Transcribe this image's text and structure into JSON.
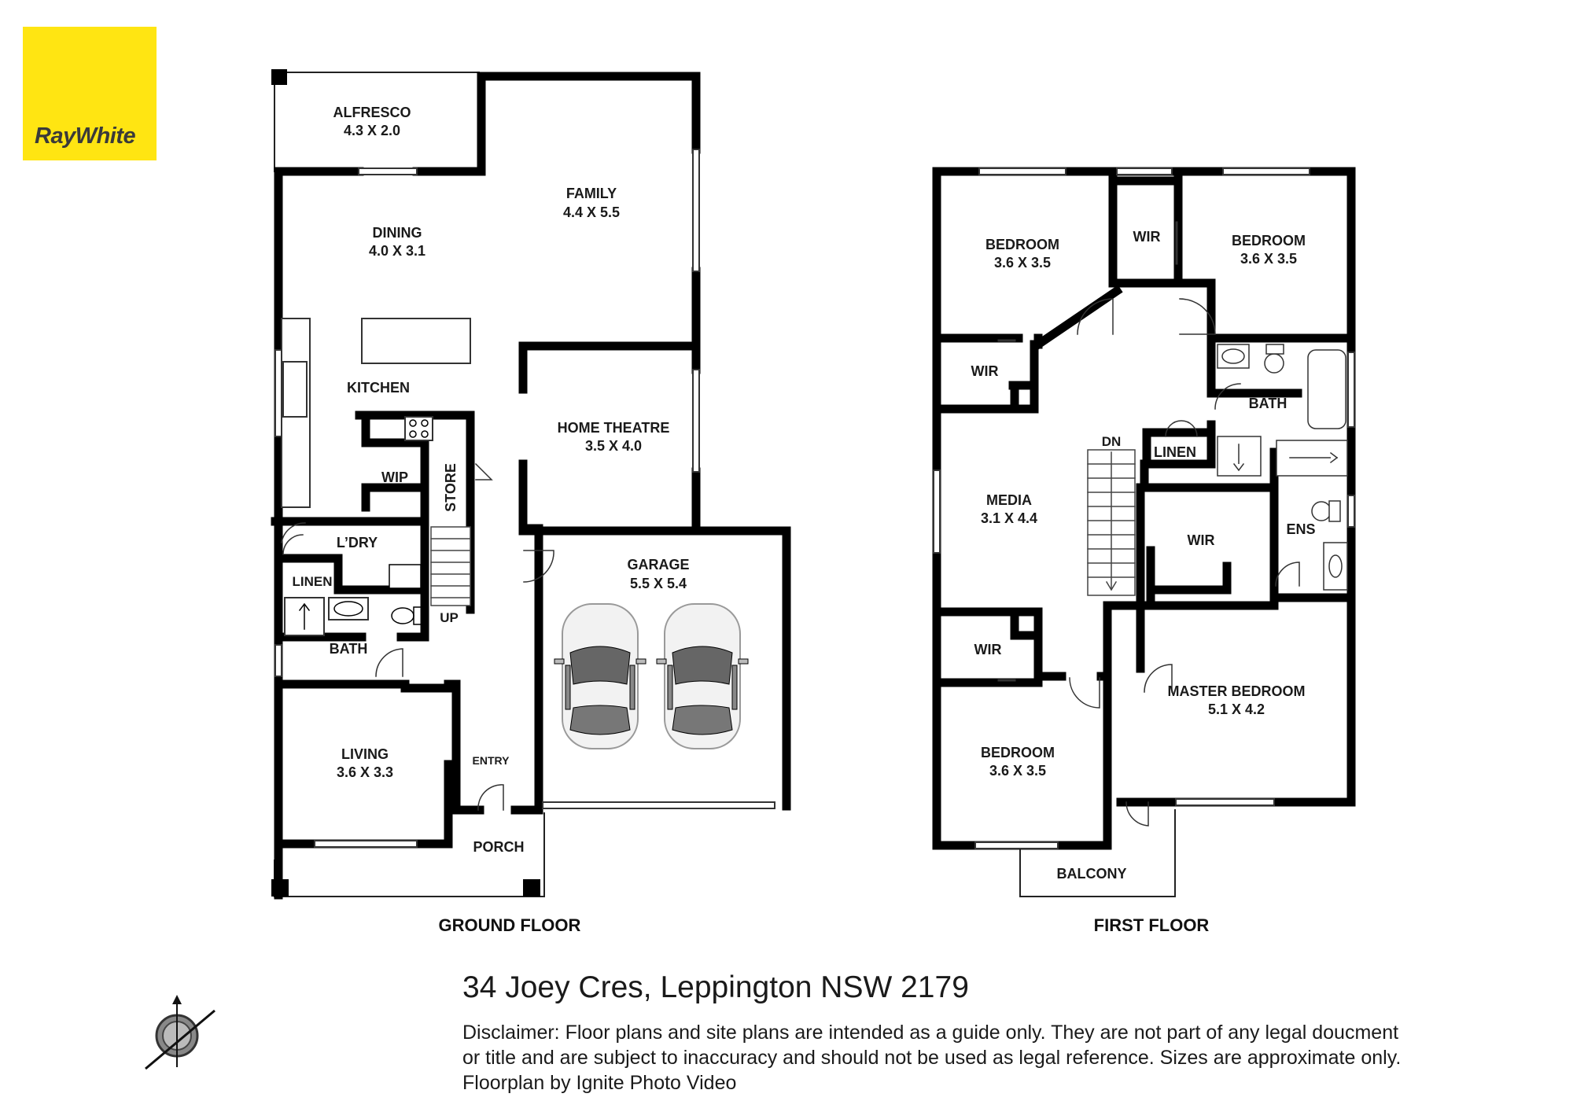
{
  "brand": {
    "logo_text": "RayWhite",
    "logo_color": "#FFE512"
  },
  "ground_floor": {
    "title": "GROUND FLOOR",
    "rooms": {
      "alfresco": {
        "name": "ALFRESCO",
        "size": "4.3 X 2.0"
      },
      "dining": {
        "name": "DINING",
        "size": "4.0 X 3.1"
      },
      "family": {
        "name": "FAMILY",
        "size": "4.4 X 5.5"
      },
      "kitchen": {
        "name": "KITCHEN"
      },
      "home_theatre": {
        "name": "HOME THEATRE",
        "size": "3.5 X 4.0"
      },
      "wip": {
        "name": "WIP"
      },
      "store": {
        "name": "STORE"
      },
      "laundry": {
        "name": "L’DRY"
      },
      "linen": {
        "name": "LINEN"
      },
      "bath": {
        "name": "BATH"
      },
      "up": {
        "name": "UP"
      },
      "garage": {
        "name": "GARAGE",
        "size": "5.5 X 5.4"
      },
      "living": {
        "name": "LIVING",
        "size": "3.6 X 3.3"
      },
      "entry": {
        "name": "ENTRY"
      },
      "porch": {
        "name": "PORCH"
      }
    }
  },
  "first_floor": {
    "title": "FIRST FLOOR",
    "rooms": {
      "bedroom_1": {
        "name": "BEDROOM",
        "size": "3.6 X 3.5"
      },
      "wir_top": {
        "name": "WIR"
      },
      "bedroom_2": {
        "name": "BEDROOM",
        "size": "3.6 X 3.5"
      },
      "wir_left_upper": {
        "name": "WIR"
      },
      "bath": {
        "name": "BATH"
      },
      "dn": {
        "name": "DN"
      },
      "linen": {
        "name": "LINEN"
      },
      "media": {
        "name": "MEDIA",
        "size": "3.1 X 4.4"
      },
      "ens": {
        "name": "ENS"
      },
      "wir_master": {
        "name": "WIR"
      },
      "wir_left_lower": {
        "name": "WIR"
      },
      "master_bedroom": {
        "name": "MASTER BEDROOM",
        "size": "5.1 X 4.2"
      },
      "bedroom_3": {
        "name": "BEDROOM",
        "size": "3.6 X 3.5"
      },
      "balcony": {
        "name": "BALCONY"
      }
    }
  },
  "address": "34 Joey Cres, Leppington NSW 2179",
  "disclaimer": {
    "line1": "Disclaimer: Floor plans and site plans are intended as a guide only. They are not part of any legal doucment",
    "line2": "or title and are subject to inaccuracy and should not be used as legal reference. Sizes are approximate only.",
    "line3": "Floorplan by Ignite Photo Video"
  },
  "icons": {
    "compass": "compass-icon",
    "cars": "car-icon",
    "sink": "sink-icon",
    "toilet": "toilet-icon"
  }
}
